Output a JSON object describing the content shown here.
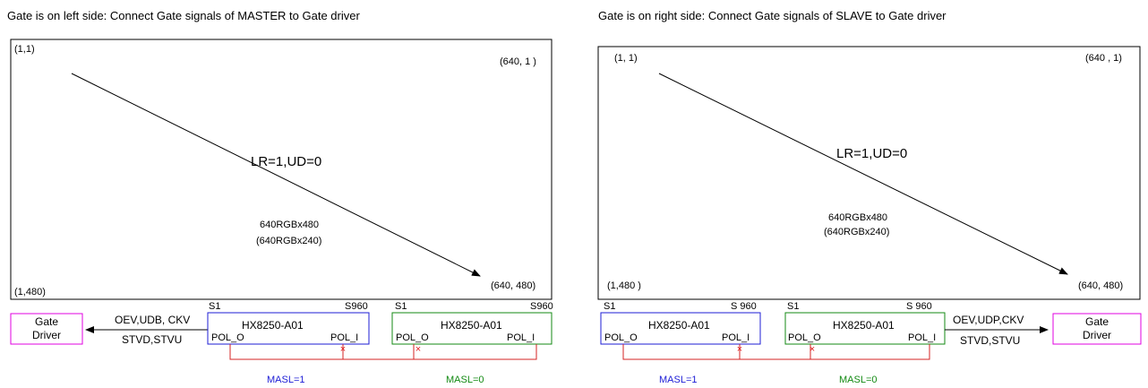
{
  "colors": {
    "master": "#1d1dd6",
    "slave": "#138a13",
    "cascade": "#d42323",
    "gate_driver": "#e000e0",
    "x_mark": "#e02020",
    "line": "#000000"
  },
  "left": {
    "title": "Gate is on left side: Connect Gate signals of MASTER to Gate driver",
    "corners": {
      "tl": "(1,1)",
      "tr": "(640, 1 )",
      "bl": "(1,480)",
      "br": "(640, 480)"
    },
    "scan_label": "LR=1,UD=0",
    "resolution": "640RGBx480",
    "resolution_alt": "(640RGBx240)",
    "gate_driver": {
      "line1": "Gate",
      "line2": "Driver"
    },
    "signals_top": "OEV,UDB, CKV",
    "signals_bottom": "STVD,STVU",
    "chip1": {
      "name": "HX8250-A01",
      "s_start": "S1",
      "s_end": "S960",
      "pin_out": "POL_O",
      "pin_in": "POL_I",
      "masl": "MASL=1"
    },
    "chip2": {
      "name": "HX8250-A01",
      "s_start": "S1",
      "s_end": "S960",
      "pin_out": "POL_O",
      "pin_in": "POL_I",
      "masl": "MASL=0"
    }
  },
  "right": {
    "title": "Gate is on right side: Connect Gate signals of SLAVE to Gate driver",
    "corners": {
      "tl": "(1, 1)",
      "tr": "(640 , 1)",
      "bl": "(1,480 )",
      "br": "(640, 480)"
    },
    "scan_label": "LR=1,UD=0",
    "resolution": "640RGBx480",
    "resolution_alt": "(640RGBx240)",
    "gate_driver": {
      "line1": "Gate",
      "line2": "Driver"
    },
    "signals_top": "OEV,UDP,CKV",
    "signals_bottom": "STVD,STVU",
    "chip1": {
      "name": "HX8250-A01",
      "s_start": "S1",
      "s_end": "S 960",
      "pin_out": "POL_O",
      "pin_in": "POL_I",
      "masl": "MASL=1"
    },
    "chip2": {
      "name": "HX8250-A01",
      "s_start": "S1",
      "s_end": "S 960",
      "pin_out": "POL_O",
      "pin_in": "POL_I",
      "masl": "MASL=0"
    }
  }
}
